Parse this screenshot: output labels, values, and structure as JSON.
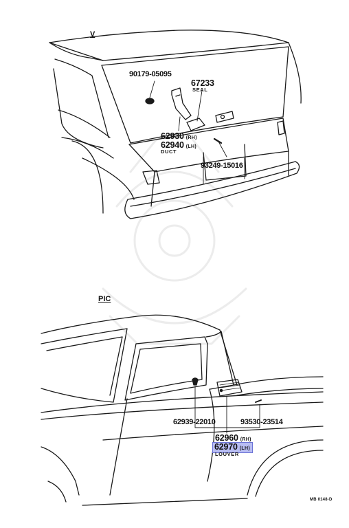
{
  "view_labels": {
    "top": "V",
    "bottom": "PIC"
  },
  "top_parts": {
    "p90179": "90179-05095",
    "p67233": "67233",
    "seal": "SEAL",
    "p62930": "62930",
    "rh": "(RH)",
    "p62940": "62940",
    "lh": "(LH)",
    "duct": "DUCT",
    "p93249": "93249-15016"
  },
  "bottom_parts": {
    "p62939": "62939-22010",
    "p93530": "93530-23514",
    "p62960": "62960",
    "rh": "(RH)",
    "p62970": "62970",
    "lh": "(LH)",
    "louver": "LOUVER"
  },
  "figure_code": "MB 0148-D",
  "colors": {
    "line": "#1a1a1a",
    "highlight": "#b8bdf2",
    "highlight_border": "#6b73d6"
  }
}
